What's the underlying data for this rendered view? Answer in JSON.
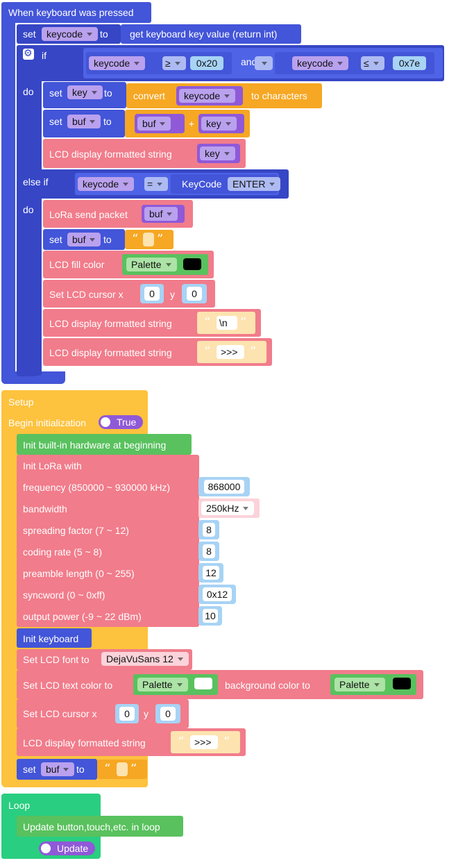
{
  "keyboard_event": {
    "hat": "When keyboard was pressed",
    "set1": {
      "set": "set",
      "var": "keycode",
      "to": "to",
      "value": "get keyboard key value (return int)"
    },
    "if_block": {
      "if": "if",
      "cond_left_var": "keycode",
      "op1": "≥",
      "val1": "0x20",
      "and": "and",
      "cond_right_var": "keycode",
      "op2": "≤",
      "val2": "0x7e",
      "do": "do",
      "stmt1": {
        "set": "set",
        "var": "key",
        "to": "to",
        "convert": "convert",
        "src": "keycode",
        "suffix": "to characters"
      },
      "stmt2": {
        "set": "set",
        "var": "buf",
        "to": "to",
        "a": "buf",
        "plus": "+",
        "b": "key"
      },
      "stmt3": {
        "label": "LCD display formatted string",
        "var": "key"
      },
      "else_if": "else if",
      "cond2_var": "keycode",
      "cond2_op": "=",
      "cond2_label": "KeyCode",
      "cond2_key": "ENTER",
      "do2": "do",
      "stmt4": {
        "label": "LoRa send packet",
        "var": "buf"
      },
      "stmt5": {
        "set": "set",
        "var": "buf",
        "to": "to"
      },
      "stmt6": {
        "label": "LCD fill color",
        "palette": "Palette",
        "color": "#000000"
      },
      "stmt7": {
        "label": "Set LCD cursor x",
        "x": "0",
        "y_label": "y",
        "y": "0"
      },
      "stmt8": {
        "label": "LCD display formatted string",
        "text": "\\n"
      },
      "stmt9": {
        "label": "LCD display formatted string",
        "text": ">>>"
      }
    }
  },
  "setup": {
    "hat": "Setup",
    "begin": "Begin initialization",
    "begin_toggle": "True",
    "init_hw": "Init built-in hardware at beginning",
    "lora": {
      "title": "Init LoRa with",
      "frequency_label": "frequency (850000 ~ 930000 kHz)",
      "frequency": "868000",
      "bandwidth_label": "bandwidth",
      "bandwidth": "250kHz",
      "sf_label": "spreading factor (7 ~ 12)",
      "sf": "8",
      "cr_label": "coding rate (5 ~ 8)",
      "cr": "8",
      "pl_label": "preamble length (0 ~ 255)",
      "pl": "12",
      "sw_label": "syncword (0 ~ 0xff)",
      "sw": "0x12",
      "op_label": "output power (-9 ~ 22 dBm)",
      "op": "10"
    },
    "init_keyboard": "Init keyboard",
    "font": {
      "label": "Set LCD font to",
      "value": "DejaVuSans 12"
    },
    "text_color": {
      "label": "Set LCD text color to",
      "palette": "Palette",
      "color": "#FFFFFF",
      "bg_label": "background color to",
      "bg_palette": "Palette",
      "bg_color": "#000000"
    },
    "cursor": {
      "label": "Set LCD cursor x",
      "x": "0",
      "y_label": "y",
      "y": "0"
    },
    "display": {
      "label": "LCD display formatted string",
      "text": ">>>"
    },
    "set_buf": {
      "set": "set",
      "var": "buf",
      "to": "to"
    }
  },
  "loop": {
    "hat": "Loop",
    "update_label": "Update button,touch,etc. in loop",
    "update_toggle": "Update"
  }
}
